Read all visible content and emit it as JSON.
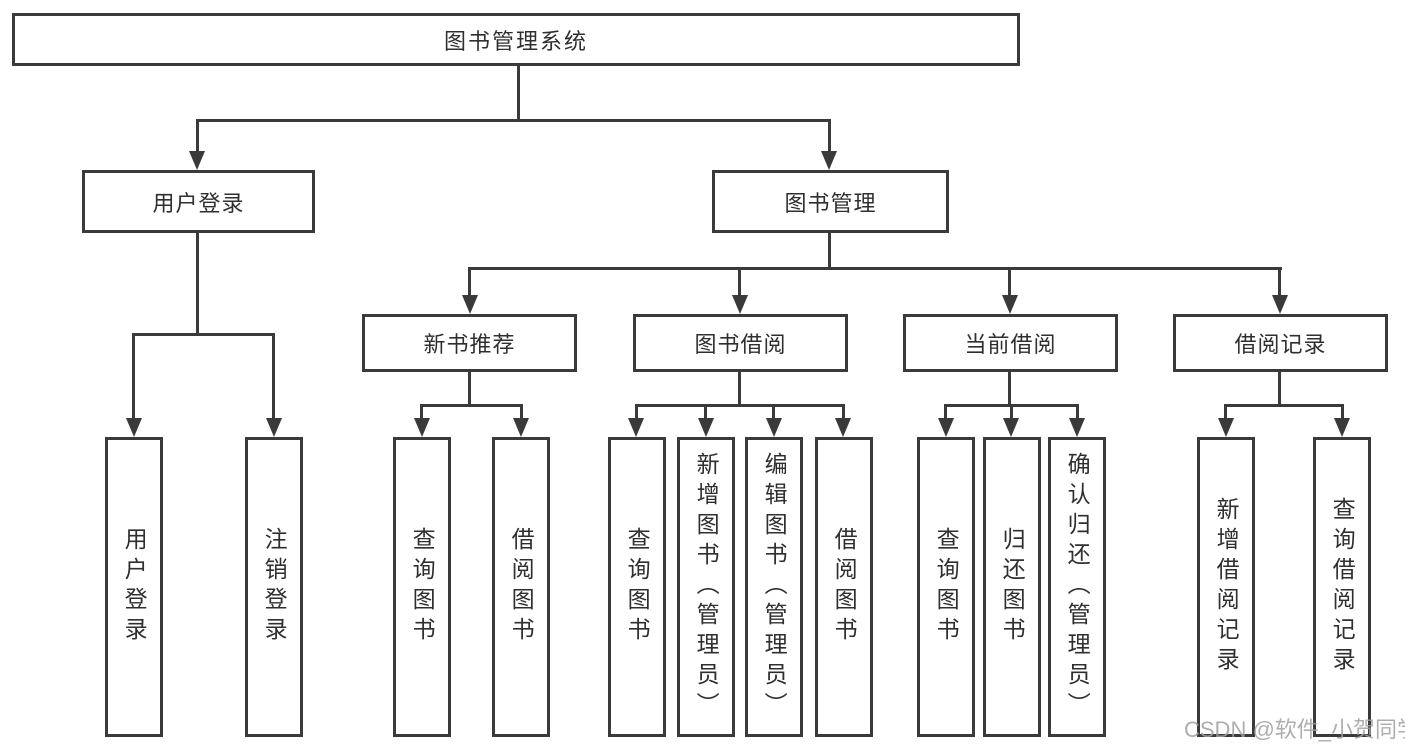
{
  "diagram": {
    "root": {
      "label": "图书管理系统"
    },
    "level2": [
      {
        "label": "用户登录"
      },
      {
        "label": "图书管理"
      }
    ],
    "level3": [
      {
        "label": "新书推荐"
      },
      {
        "label": "图书借阅"
      },
      {
        "label": "当前借阅"
      },
      {
        "label": "借阅记录"
      }
    ],
    "leaves": {
      "user_login": [
        {
          "label": "用户登录"
        },
        {
          "label": "注销登录"
        }
      ],
      "new_book": [
        {
          "label": "查询图书"
        },
        {
          "label": "借阅图书"
        }
      ],
      "book_borrow": [
        {
          "label": "查询图书"
        },
        {
          "label": "新增图书（管理员）"
        },
        {
          "label": "编辑图书（管理员）"
        },
        {
          "label": "借阅图书"
        }
      ],
      "current_borrow": [
        {
          "label": "查询图书"
        },
        {
          "label": "归还图书"
        },
        {
          "label": "确认归还（管理员）"
        }
      ],
      "borrow_record": [
        {
          "label": "新增借阅记录"
        },
        {
          "label": "查询借阅记录"
        }
      ]
    },
    "watermark": "CSDN @软件_小贺同学",
    "colors": {
      "line": "#3a3a3a",
      "text": "#2f2f2f",
      "background": "#ffffff",
      "watermark": "#a1a1a1"
    }
  }
}
